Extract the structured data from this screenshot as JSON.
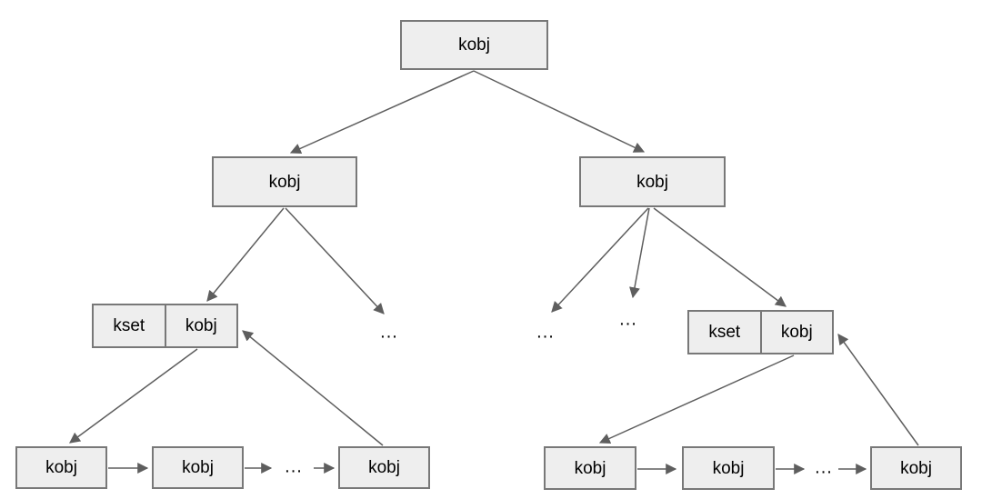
{
  "colors": {
    "background": "#ffffff",
    "node_fill": "#eeeeee",
    "node_border": "#787878",
    "edge": "#5e5e5e",
    "text": "#000000"
  },
  "diagram": {
    "root": {
      "label": "kobj"
    },
    "level2": {
      "left": {
        "label": "kobj"
      },
      "right": {
        "label": "kobj"
      }
    },
    "kset_left": {
      "kset": "kset",
      "kobj": "kobj"
    },
    "kset_right": {
      "kset": "kset",
      "kobj": "kobj"
    },
    "list_left": {
      "items": [
        "kobj",
        "kobj",
        "kobj"
      ],
      "ellipsis": "..."
    },
    "list_right": {
      "items": [
        "kobj",
        "kobj",
        "kobj"
      ],
      "ellipsis": "..."
    },
    "placeholders": {
      "left": "...",
      "mid_left": "...",
      "mid_right": "..."
    }
  }
}
